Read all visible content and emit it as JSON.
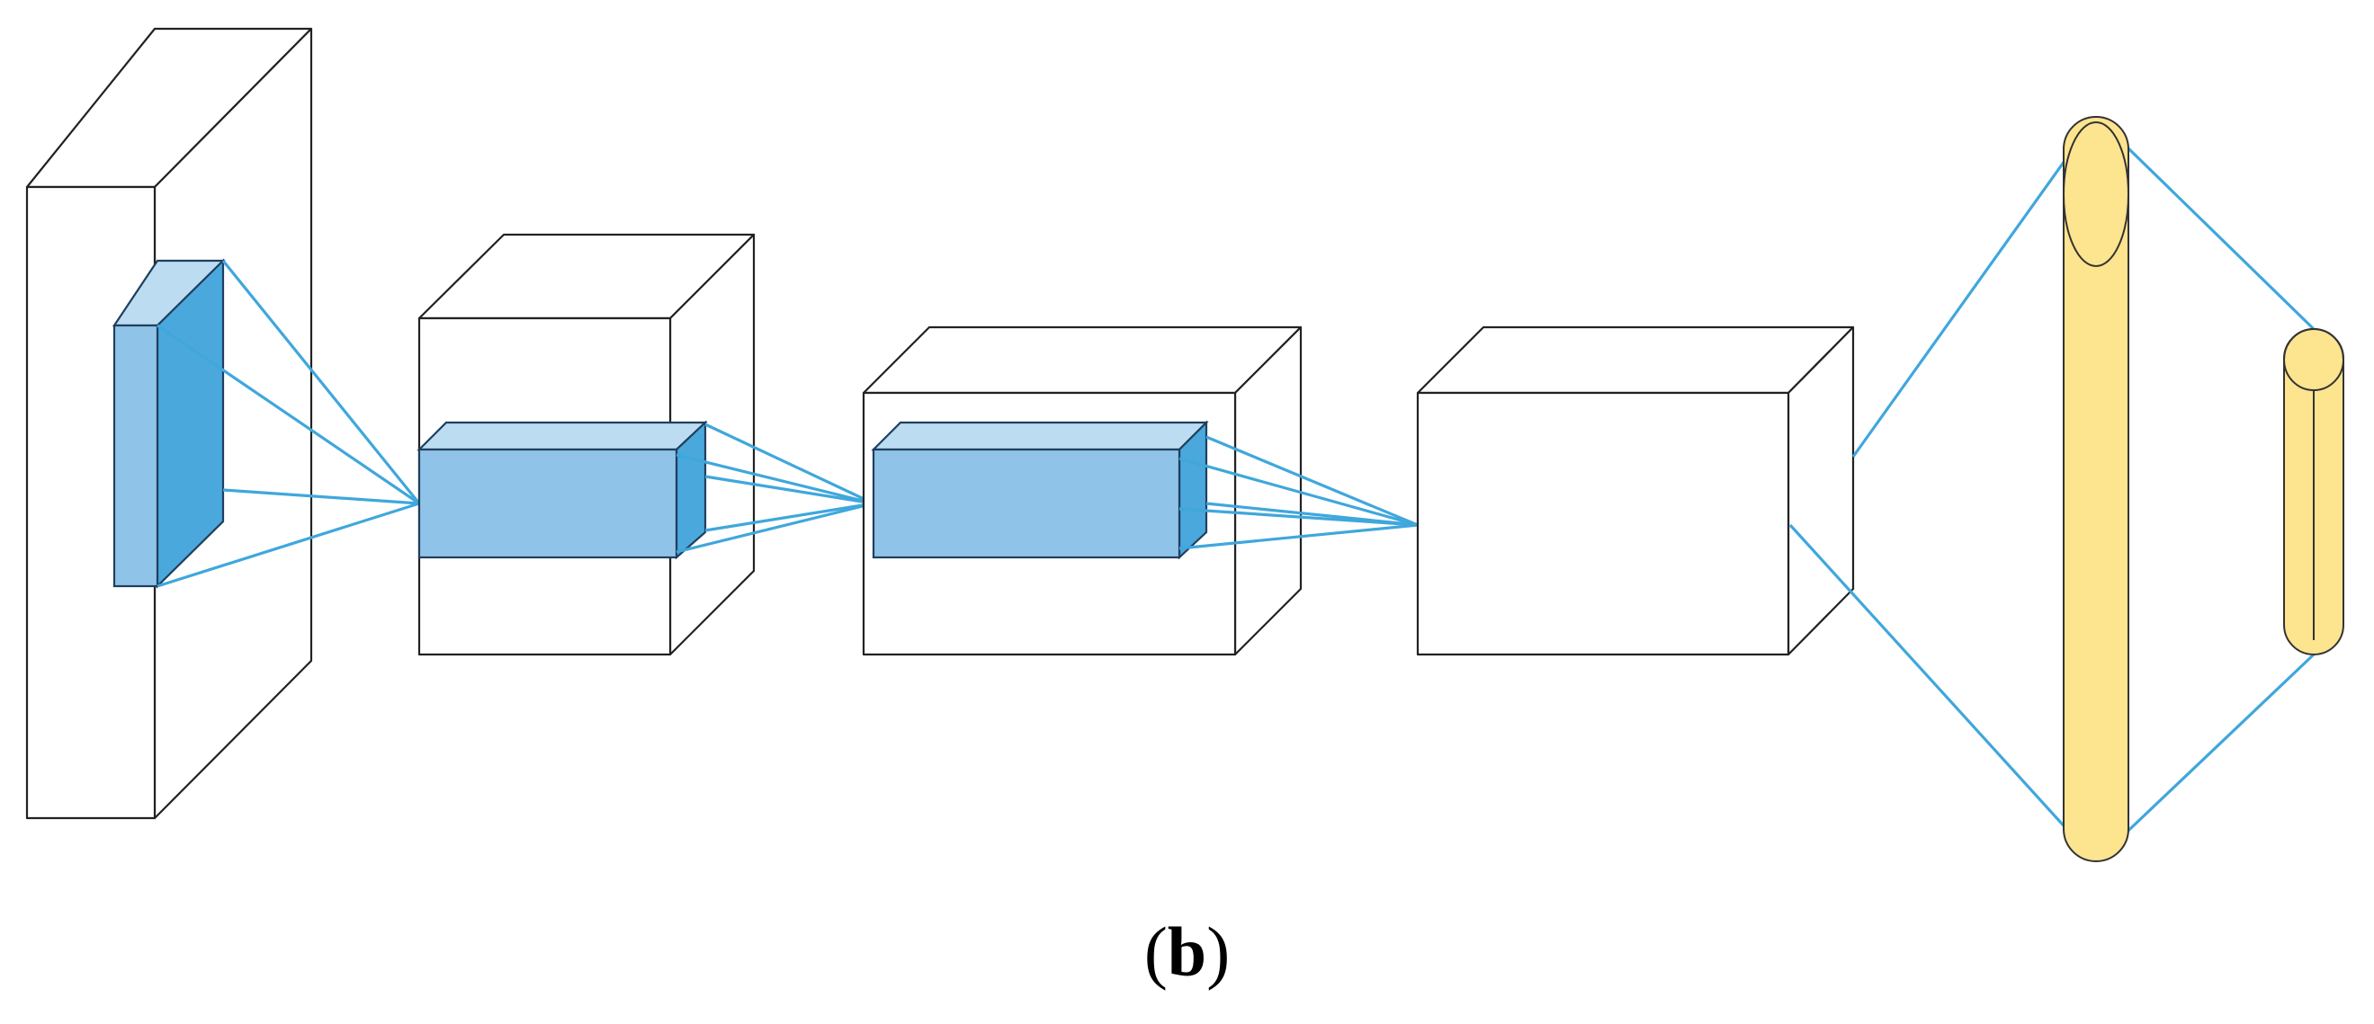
{
  "caption": {
    "label": "b",
    "open": "(",
    "close": ")"
  },
  "colors": {
    "kernel_front": "#8fc3e7",
    "kernel_top": "#bcdcf1",
    "kernel_side": "#4aa8dc",
    "connection": "#3fa7dc",
    "neuron_fill": "#fde48f",
    "outline": "#222222"
  },
  "layers": [
    {
      "kind": "input-volume",
      "icon": "input-layer-cuboid"
    },
    {
      "kind": "conv-volume",
      "icon": "conv-layer-cuboid"
    },
    {
      "kind": "conv-volume",
      "icon": "conv-layer-cuboid"
    },
    {
      "kind": "pool-volume",
      "icon": "pooling-layer-cuboid"
    },
    {
      "kind": "dense-vector",
      "icon": "fully-connected-cylinder"
    },
    {
      "kind": "output-vector",
      "icon": "output-cylinder"
    }
  ]
}
